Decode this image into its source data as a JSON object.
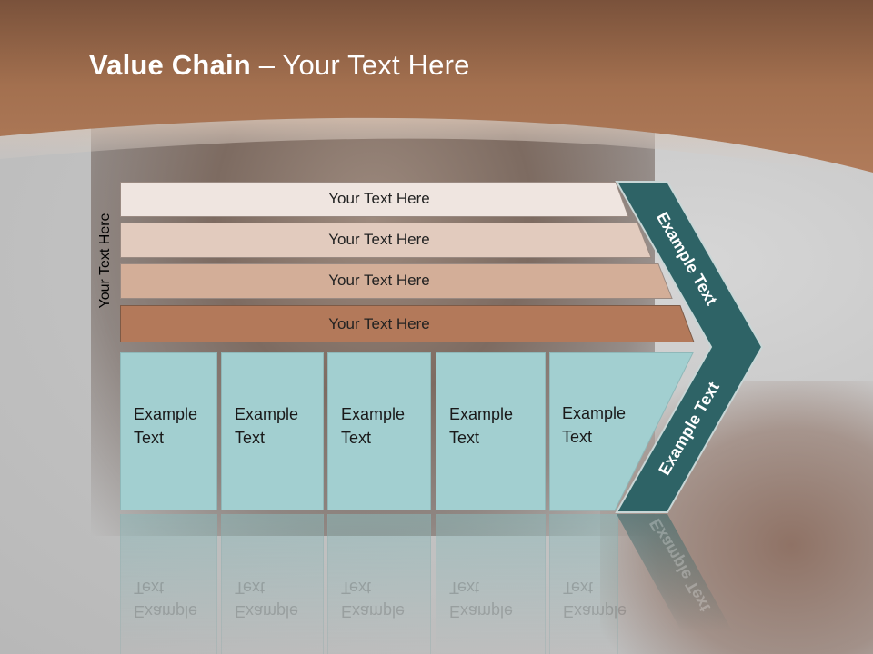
{
  "title": {
    "bold": "Value Chain",
    "rest": " – Your Text Here"
  },
  "side_label": "Your Text Here",
  "rows": [
    {
      "label": "Your Text Here",
      "color": "#efe5e0"
    },
    {
      "label": "Your Text Here",
      "color": "#e2cbbe"
    },
    {
      "label": "Your Text Here",
      "color": "#d3ae98"
    },
    {
      "label": "Your Text Here",
      "color": "#b3795a"
    }
  ],
  "cards": [
    {
      "line1": "Example",
      "line2": "Text"
    },
    {
      "line1": "Example",
      "line2": "Text"
    },
    {
      "line1": "Example",
      "line2": "Text"
    },
    {
      "line1": "Example",
      "line2": "Text"
    },
    {
      "line1": "Example",
      "line2": "Text"
    }
  ],
  "chevron": {
    "upper_label": "Example Text",
    "lower_label": "Example Text",
    "color": "#2e6366"
  },
  "colors": {
    "header": "#a56e4d",
    "card": "#a2cfd0"
  }
}
